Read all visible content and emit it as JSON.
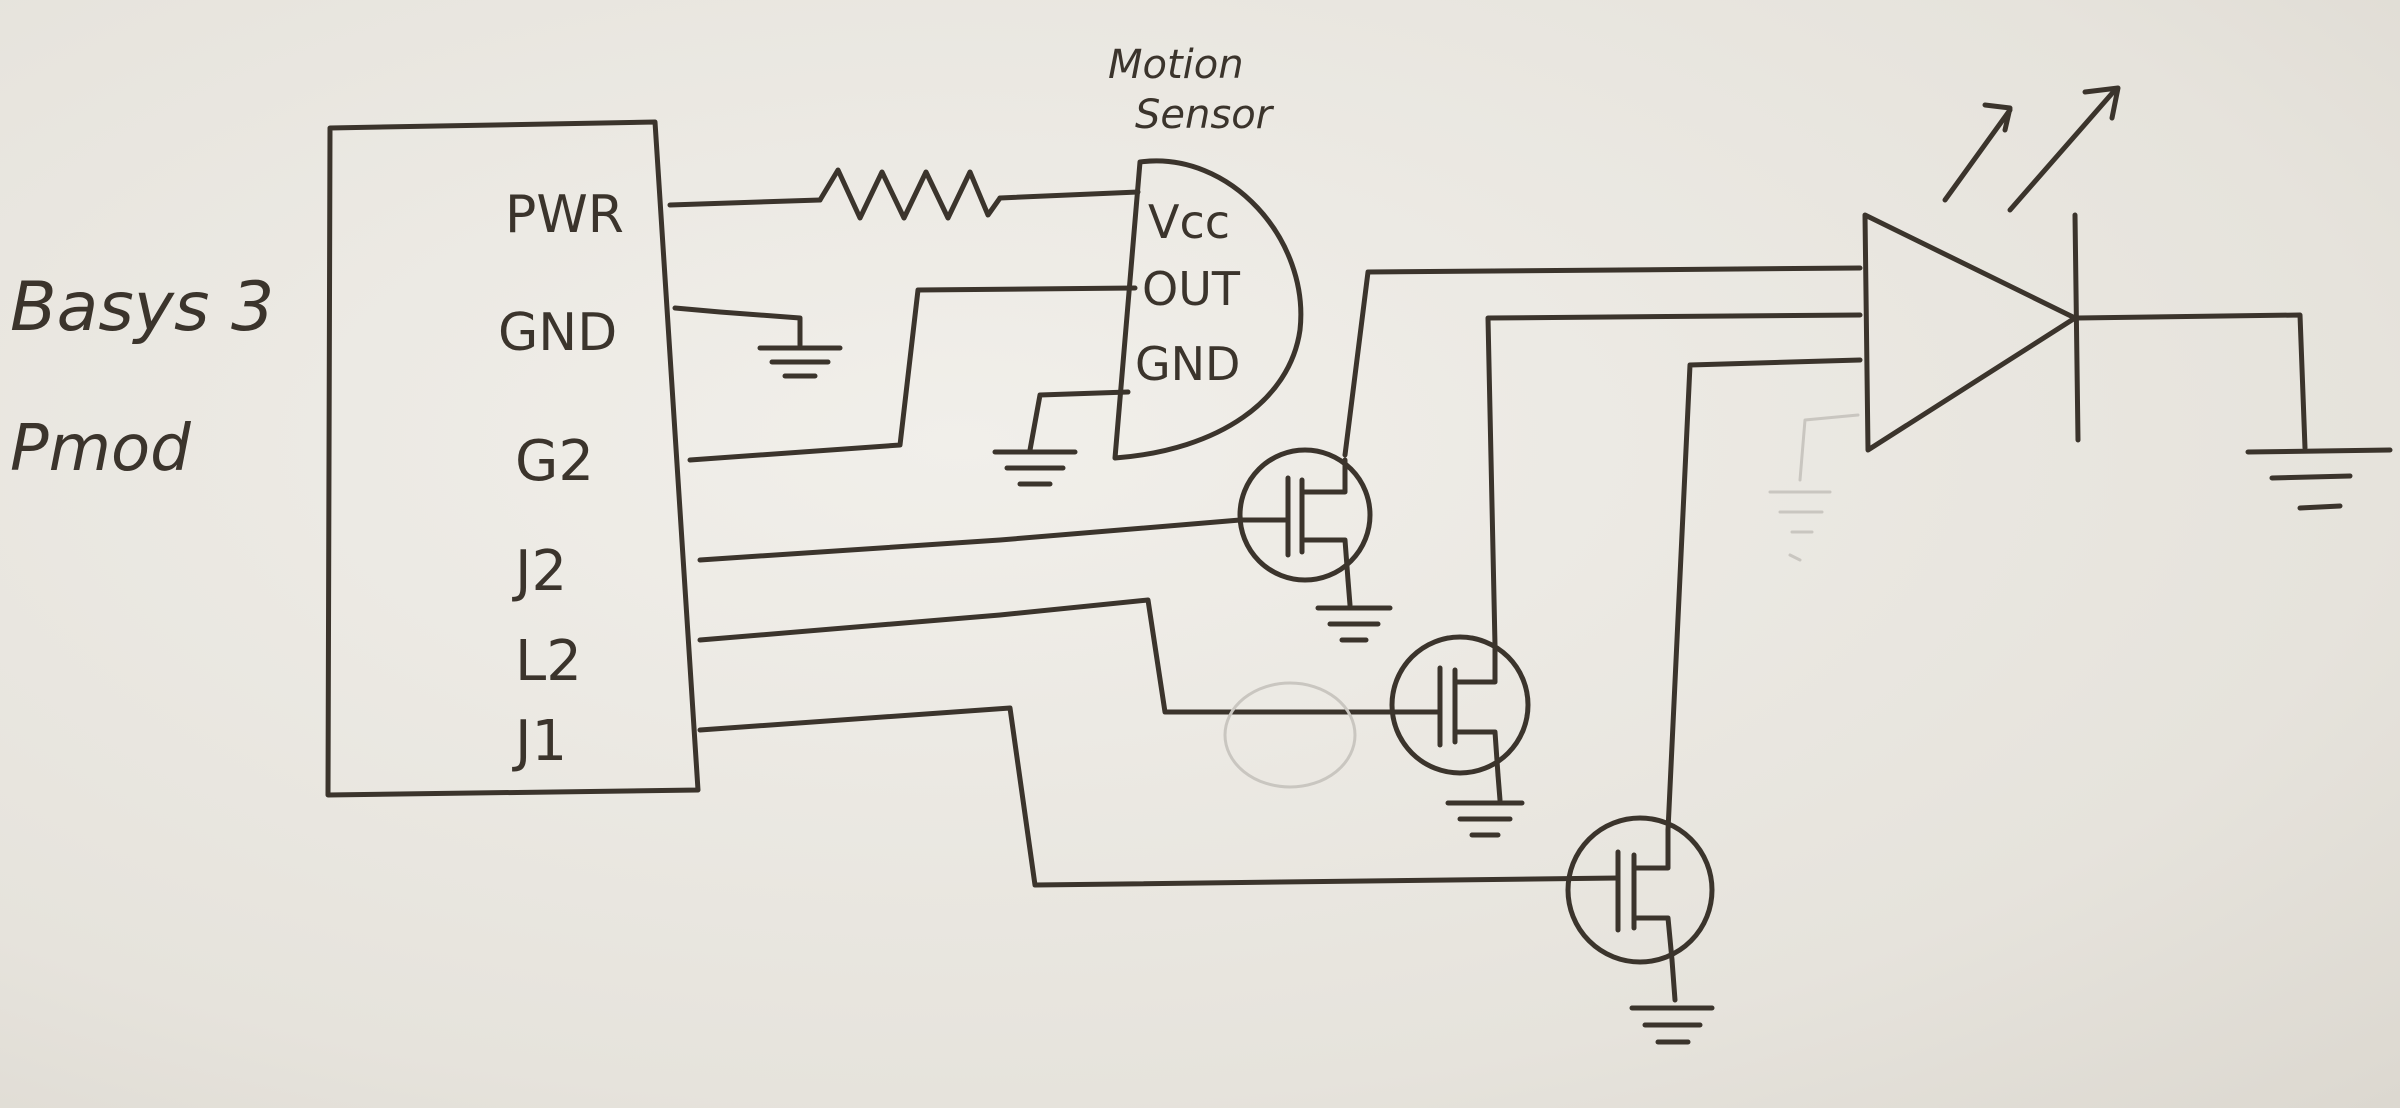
{
  "board": {
    "title": "Basys 3",
    "subtitle": "Pmod",
    "pins": [
      "PWR",
      "GND",
      "G2",
      "J2",
      "L2",
      "J1"
    ]
  },
  "sensor": {
    "title_line1": "Motion",
    "title_line2": "Sensor",
    "pins": [
      "Vcc",
      "OUT",
      "GND"
    ]
  },
  "colors": {
    "ink": "#3b342c",
    "paper": "#ecebe6",
    "faint_pencil": "#c9c6c0"
  },
  "icons": {
    "resistor": "resistor-icon",
    "ground": "ground-icon",
    "transistor": "transistor-icon",
    "led": "led-icon"
  }
}
